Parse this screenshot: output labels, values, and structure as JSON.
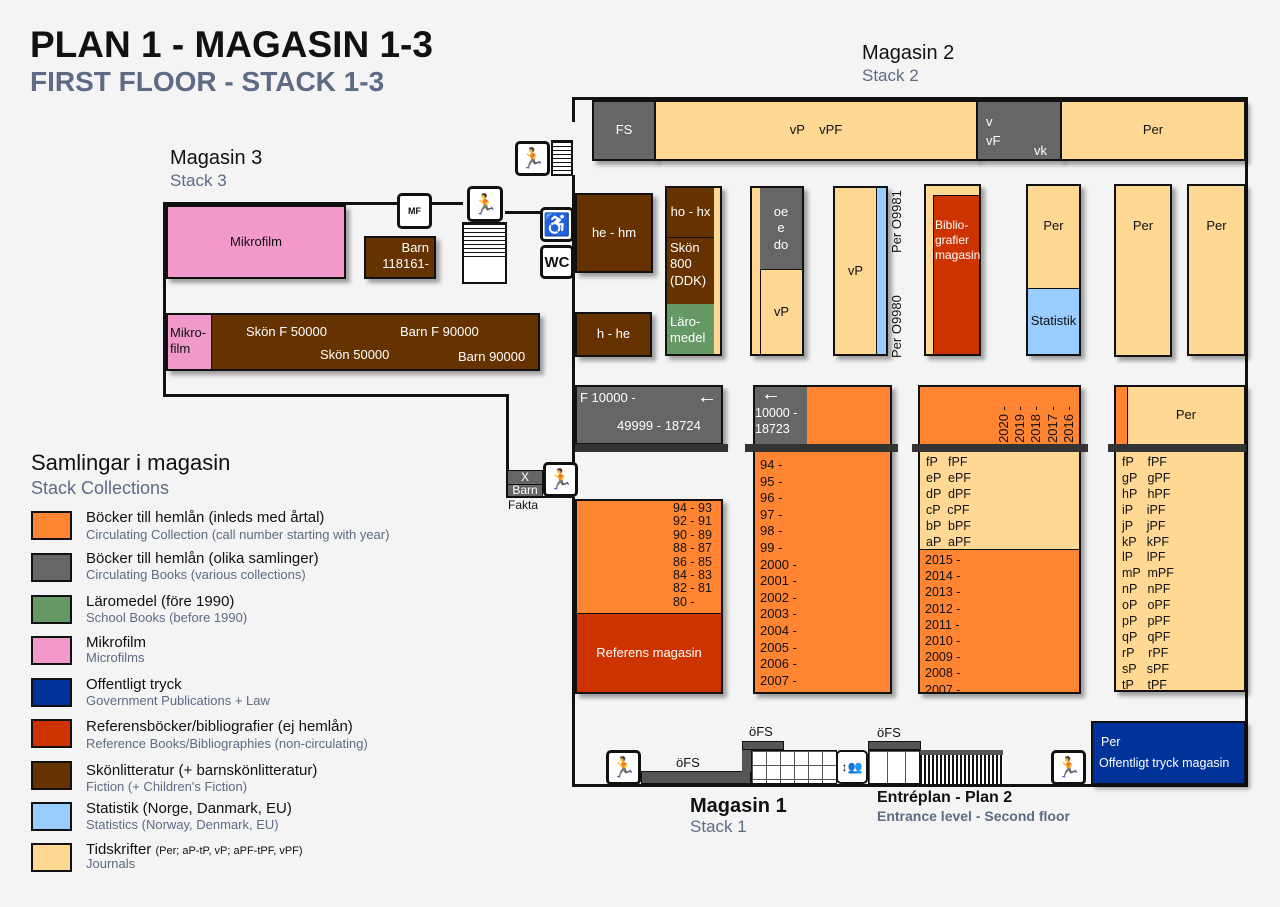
{
  "title": "PLAN 1 - MAGASIN 1-3",
  "subtitle": "FIRST FLOOR - STACK 1-3",
  "areas": {
    "magasin2": {
      "name": "Magasin 2",
      "en": "Stack 2"
    },
    "magasin3": {
      "name": "Magasin 3",
      "en": "Stack 3"
    },
    "magasin1": {
      "name": "Magasin 1",
      "en": "Stack 1"
    },
    "entrance": {
      "name": "Entréplan - Plan 2",
      "en": "Entrance level - Second floor"
    }
  },
  "shelves": {
    "fs": "FS",
    "vp_vpf": "vP    vPF",
    "v": "v",
    "vf": "vF",
    "vk": "vk",
    "per_top": "Per",
    "he_hm": "he - hm",
    "h_he": "h - he",
    "ho_hx": "ho - hx",
    "skon800": "Skön\n800\n(DDK)",
    "laromedel": "Läro-\nmedel",
    "oe_e_do": "oe\ne\ndo",
    "vp1": "vP",
    "vp2": "vP",
    "per_o9981": "Per O9981",
    "per_o9980": "Per O9980",
    "bibliografier": "Biblio-\ngrafier\nmagasin",
    "per_a": "Per",
    "statistik": "Statistik",
    "per_b": "Per",
    "per_c": "Per",
    "f10000": "F 10000 -",
    "f49999": "49999 - 18724",
    "n10000": "10000 -\n18723",
    "years_left": "94 - 93\n92 - 91\n90 - 89\n88 - 87\n86 - 85\n84 - 83\n82 - 81\n80 -",
    "referens": "Referens magasin",
    "years_mid": "94 -\n95 -\n96 -\n97 -\n98 -\n99 -\n2000 -\n2001 -\n2002 -\n2003 -\n2004 -\n2005 -\n2006 -\n2007 -",
    "years_rot": [
      "2020 -",
      "2019 -",
      "2018 -",
      "2017 -",
      "2016 -"
    ],
    "journals_a": "fP   fPF\neP  ePF\ndP  dPF\ncP  cPF\nbP  bPF\naP  aPF",
    "years_right": "2015 -\n2014 -\n2013 -\n2012 -\n2011 -\n2010 -\n2009 -\n2008 -\n2007 -",
    "per_d": "Per",
    "journals_b": "fP    fPF\ngP   gPF\nhP   hPF\niP    iPF\njP    jPF\nkP   kPF\nlP    lPF\nmP  mPF\nnP   nPF\noP   oPF\npP   pPF\nqP   qPF\nrP    rPF\nsP   sPF\ntP    tPF",
    "offentligt_per": "Per",
    "offentligt": "Offentligt tryck magasin",
    "mikrofilm": "Mikrofilm",
    "barn118161": "Barn\n118161-",
    "mikrofilm2": "Mikro-\nfilm",
    "skon_f": "Skön F 50000",
    "barn_f": "Barn F 90000",
    "skon": "Skön 50000",
    "barn": "Barn 90000",
    "x": "X",
    "barn_small": "Barn",
    "fakta": "Fakta",
    "ofs1": "öFS",
    "ofs2": "öFS",
    "ofs3": "öFS"
  },
  "icons": {
    "mf": "MF",
    "wc": "WC"
  },
  "legend": {
    "title": "Samlingar i magasin",
    "subtitle": "Stack Collections",
    "items": [
      {
        "label": "Böcker till hemlån (inleds med årtal)",
        "en": "Circulating Collection (call number starting with year)",
        "color": "#ff8533"
      },
      {
        "label": "Böcker till hemlån (olika samlinger)",
        "en": "Circulating Books (various collections)",
        "color": "#666666"
      },
      {
        "label": "Läromedel (före 1990)",
        "en": "School Books (before 1990)",
        "color": "#669966"
      },
      {
        "label": "Mikrofilm",
        "en": "Microfilms",
        "color": "#f299cc"
      },
      {
        "label": "Offentligt tryck",
        "en": "Government Publications + Law",
        "color": "#003399"
      },
      {
        "label": "Referensböcker/bibliografier (ej hemlån)",
        "en": "Reference Books/Bibliographies (non-circulating)",
        "color": "#cc3300"
      },
      {
        "label": "Skönlitteratur (+ barnskönlitteratur)",
        "en": "Fiction (+ Children's Fiction)",
        "color": "#663300"
      },
      {
        "label": "Statistik (Norge, Danmark, EU)",
        "en": "Statistics (Norway, Denmark, EU)",
        "color": "#99ccff"
      },
      {
        "label": "Tidskrifter",
        "note": "(Per;  aP-tP, vP;  aPF-tPF, vPF)",
        "en": "Journals",
        "color": "#ffd994"
      }
    ]
  }
}
